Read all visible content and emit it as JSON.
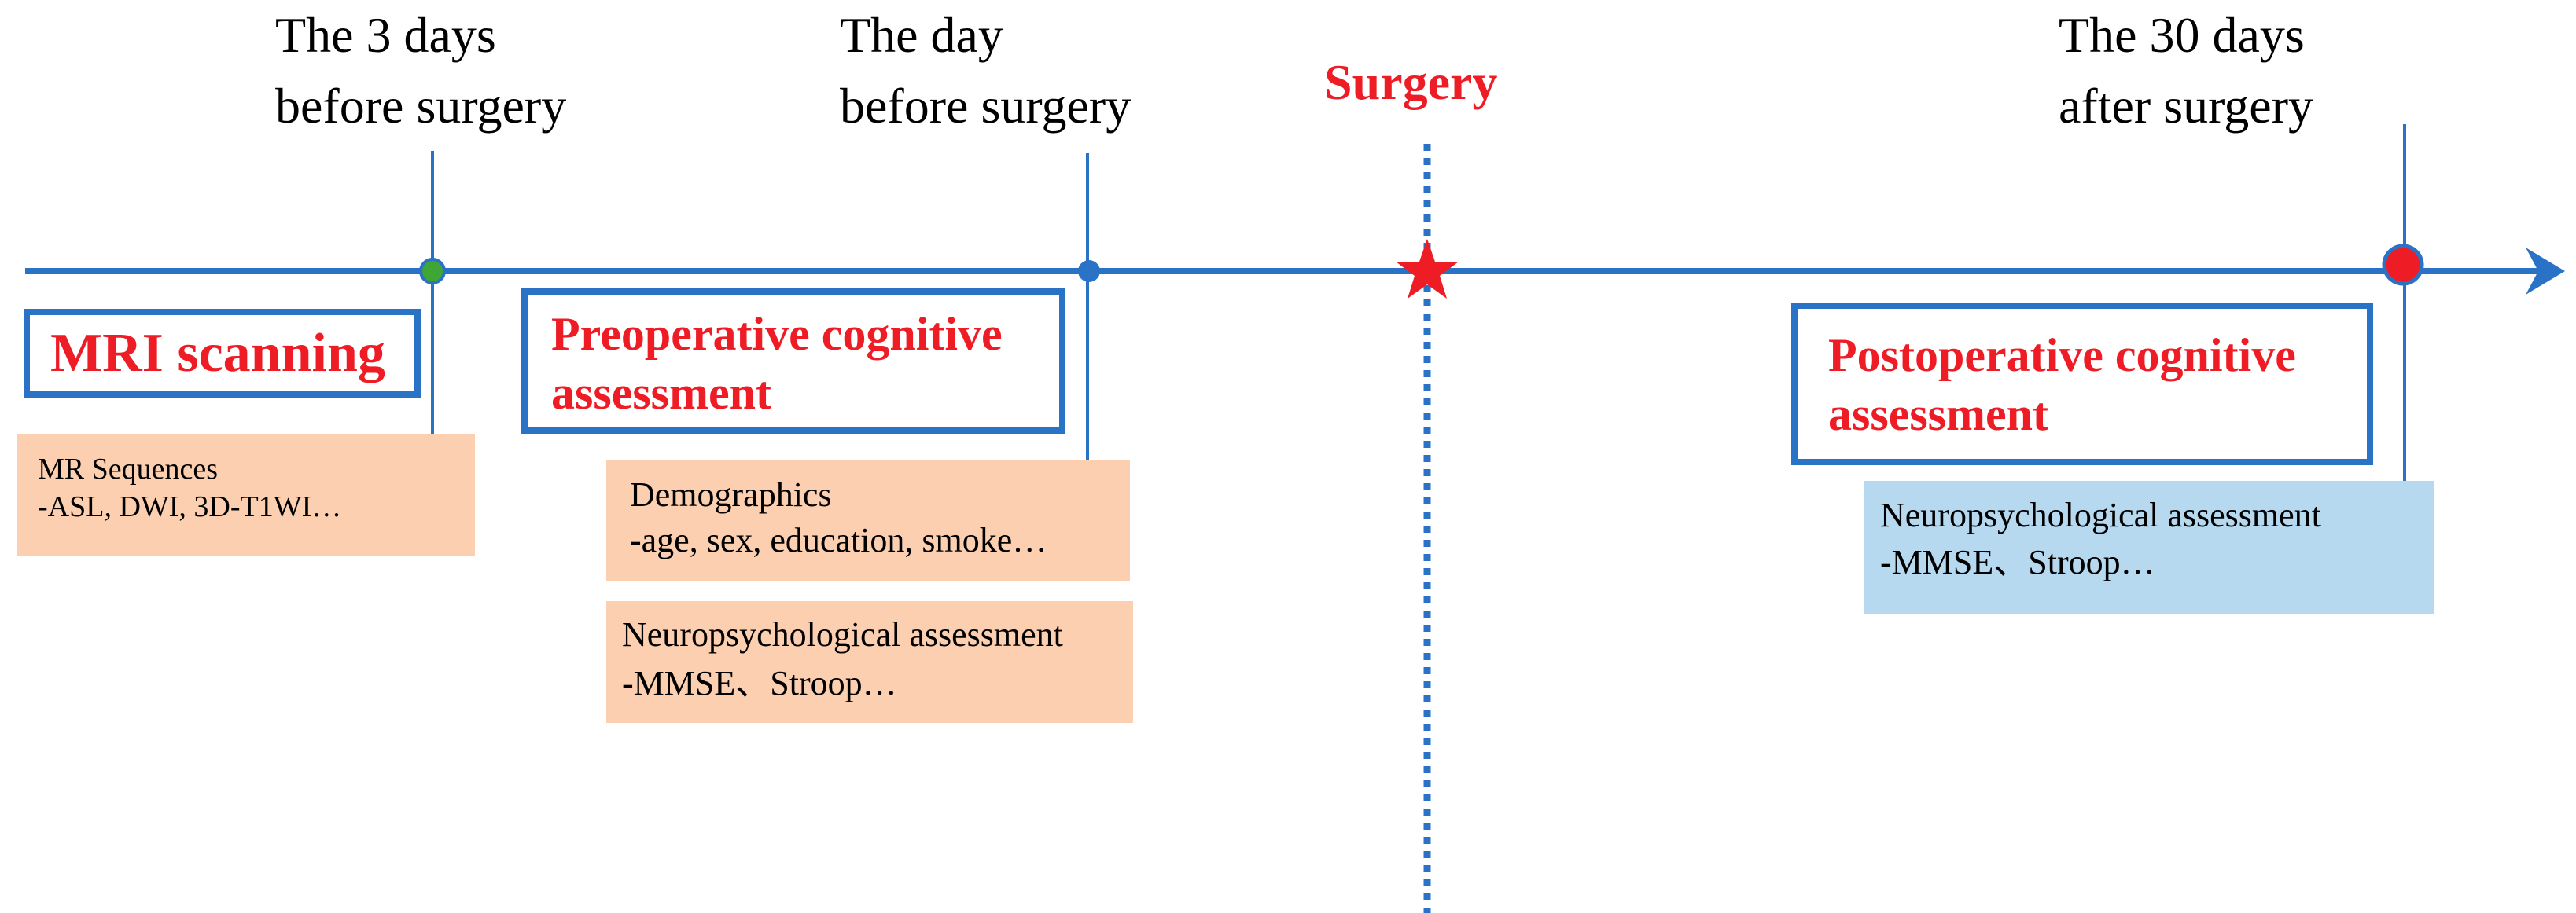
{
  "colors": {
    "axis": "#2a72c6",
    "accent_red": "#ee1c25",
    "dot_green": "#3fa535",
    "dot_blue": "#2a72c6",
    "dot_red": "#ee1c25",
    "note_orange": "#fbcfaf",
    "note_blue": "#b6d9f0"
  },
  "timepoints": [
    {
      "line1": "The 3 days",
      "line2": "before surgery",
      "marker": "green-dot"
    },
    {
      "line1": "The day",
      "line2": "before surgery",
      "marker": "blue-dot"
    },
    {
      "line1": "Surgery",
      "marker": "red-star"
    },
    {
      "line1": "The 30 days",
      "line2": "after surgery",
      "marker": "red-dot"
    }
  ],
  "phases": {
    "mri": {
      "title": "MRI scanning"
    },
    "preop": {
      "title_line1": "Preoperative cognitive",
      "title_line2": "assessment"
    },
    "postop": {
      "title_line1": "Postoperative cognitive",
      "title_line2": "assessment"
    }
  },
  "notes": {
    "mr_sequences": {
      "line1": "MR Sequences",
      "line2": "-ASL, DWI, 3D-T1WI…"
    },
    "demographics": {
      "line1": "Demographics",
      "line2": "-age, sex, education, smoke…"
    },
    "preop_neuro": {
      "line1": "Neuropsychological assessment",
      "line2": "-MMSE、Stroop…"
    },
    "postop_neuro": {
      "line1": "Neuropsychological assessment",
      "line2": "-MMSE、Stroop…"
    }
  }
}
